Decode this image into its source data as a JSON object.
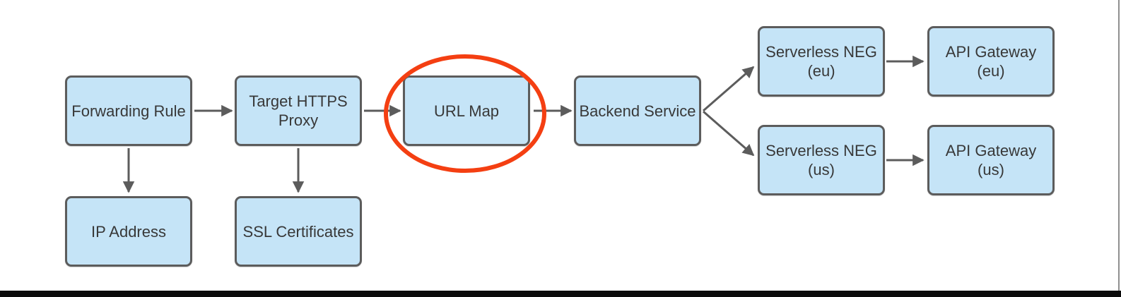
{
  "nodes": [
    {
      "id": "forwarding-rule",
      "label": "Forwarding Rule"
    },
    {
      "id": "target-https-proxy",
      "label": "Target HTTPS\nProxy"
    },
    {
      "id": "url-map",
      "label": "URL Map",
      "highlighted": true
    },
    {
      "id": "backend-service",
      "label": "Backend Service"
    },
    {
      "id": "serverless-neg-eu",
      "label": "Serverless NEG\n(eu)"
    },
    {
      "id": "api-gateway-eu",
      "label": "API Gateway\n(eu)"
    },
    {
      "id": "serverless-neg-us",
      "label": "Serverless NEG\n(us)"
    },
    {
      "id": "api-gateway-us",
      "label": "API Gateway\n(us)"
    },
    {
      "id": "ip-address",
      "label": "IP Address"
    },
    {
      "id": "ssl-certificates",
      "label": "SSL Certificates"
    }
  ],
  "edges": [
    {
      "from": "forwarding-rule",
      "to": "target-https-proxy"
    },
    {
      "from": "target-https-proxy",
      "to": "url-map"
    },
    {
      "from": "url-map",
      "to": "backend-service"
    },
    {
      "from": "backend-service",
      "to": "serverless-neg-eu"
    },
    {
      "from": "backend-service",
      "to": "serverless-neg-us"
    },
    {
      "from": "serverless-neg-eu",
      "to": "api-gateway-eu"
    },
    {
      "from": "serverless-neg-us",
      "to": "api-gateway-us"
    },
    {
      "from": "forwarding-rule",
      "to": "ip-address"
    },
    {
      "from": "target-https-proxy",
      "to": "ssl-certificates"
    }
  ],
  "annotation": {
    "type": "ellipse",
    "around": "url-map"
  },
  "colors": {
    "node_fill": "#C5E4F7",
    "node_border": "#5C5C5C",
    "arrow": "#5C5C5C",
    "highlight": "#F43F12",
    "text": "#383838",
    "bottom_bar": "#0B0B0B",
    "right_edge_line": "#8F8F8F",
    "background": "#FFFFFF"
  }
}
